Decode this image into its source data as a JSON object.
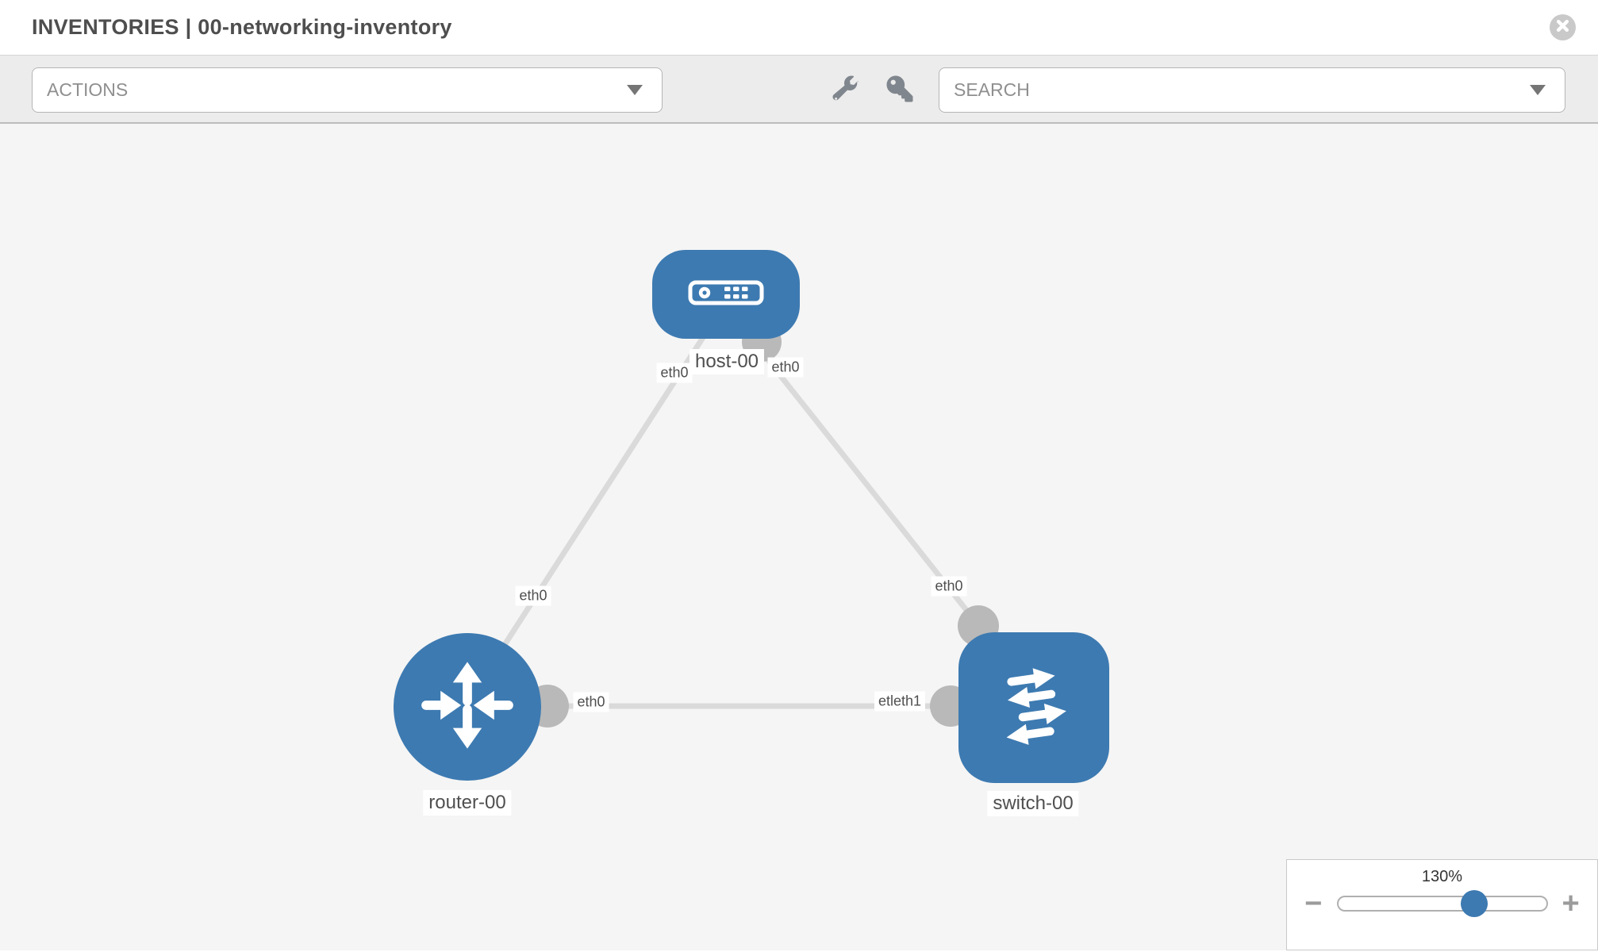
{
  "header": {
    "title": "INVENTORIES | 00-networking-inventory"
  },
  "toolbar": {
    "actions_label": "ACTIONS",
    "search_label": "SEARCH"
  },
  "graph": {
    "nodes": {
      "host": {
        "type": "host",
        "label": "host-00"
      },
      "router": {
        "type": "router",
        "label": "router-00"
      },
      "switch": {
        "type": "switch",
        "label": "switch-00"
      }
    },
    "interface_labels": {
      "host_to_router_at_host": "eth0",
      "host_to_switch_at_host": "eth0",
      "host_to_router_mid": "eth0",
      "host_to_switch_mid": "eth0",
      "router_to_switch_at_router": "eth0",
      "router_to_switch_at_switch": "etleth1"
    }
  },
  "zoom_control": {
    "level": "130%",
    "minus_label": "−",
    "plus_label": "+"
  },
  "colors": {
    "node_blue": "#3d7ab1",
    "port_gray": "#b9b9b9",
    "edge_gray": "#dadada",
    "canvas_bg": "#f5f5f5",
    "toolbar_bg": "#ececec"
  }
}
